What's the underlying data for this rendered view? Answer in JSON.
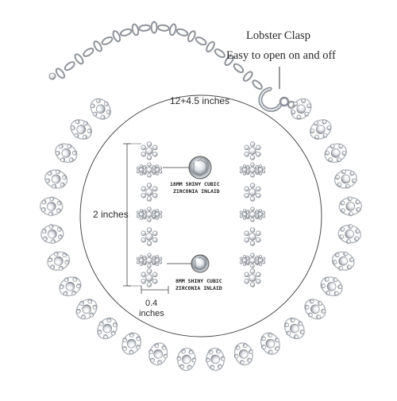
{
  "labels": {
    "clasp_title": "Lobster Clasp",
    "clasp_desc": "Easy to open on and off",
    "length": "12+4.5 inches",
    "height": "2 inches",
    "width_value": "0.4",
    "width_unit": "inches",
    "stone_large_line1": "18MM SHINY CUBIC",
    "stone_large_line2": "ZIRCONIA INLAID",
    "stone_small_line1": "8MM SHINY CUBIC",
    "stone_small_line2": "ZIRCONIA INLAID"
  },
  "colors": {
    "background": "#ffffff",
    "silver": "#c9ccd1",
    "silver_dark": "#7d8288",
    "crystal": "#f4f6f8",
    "text": "#2a2a2a"
  }
}
